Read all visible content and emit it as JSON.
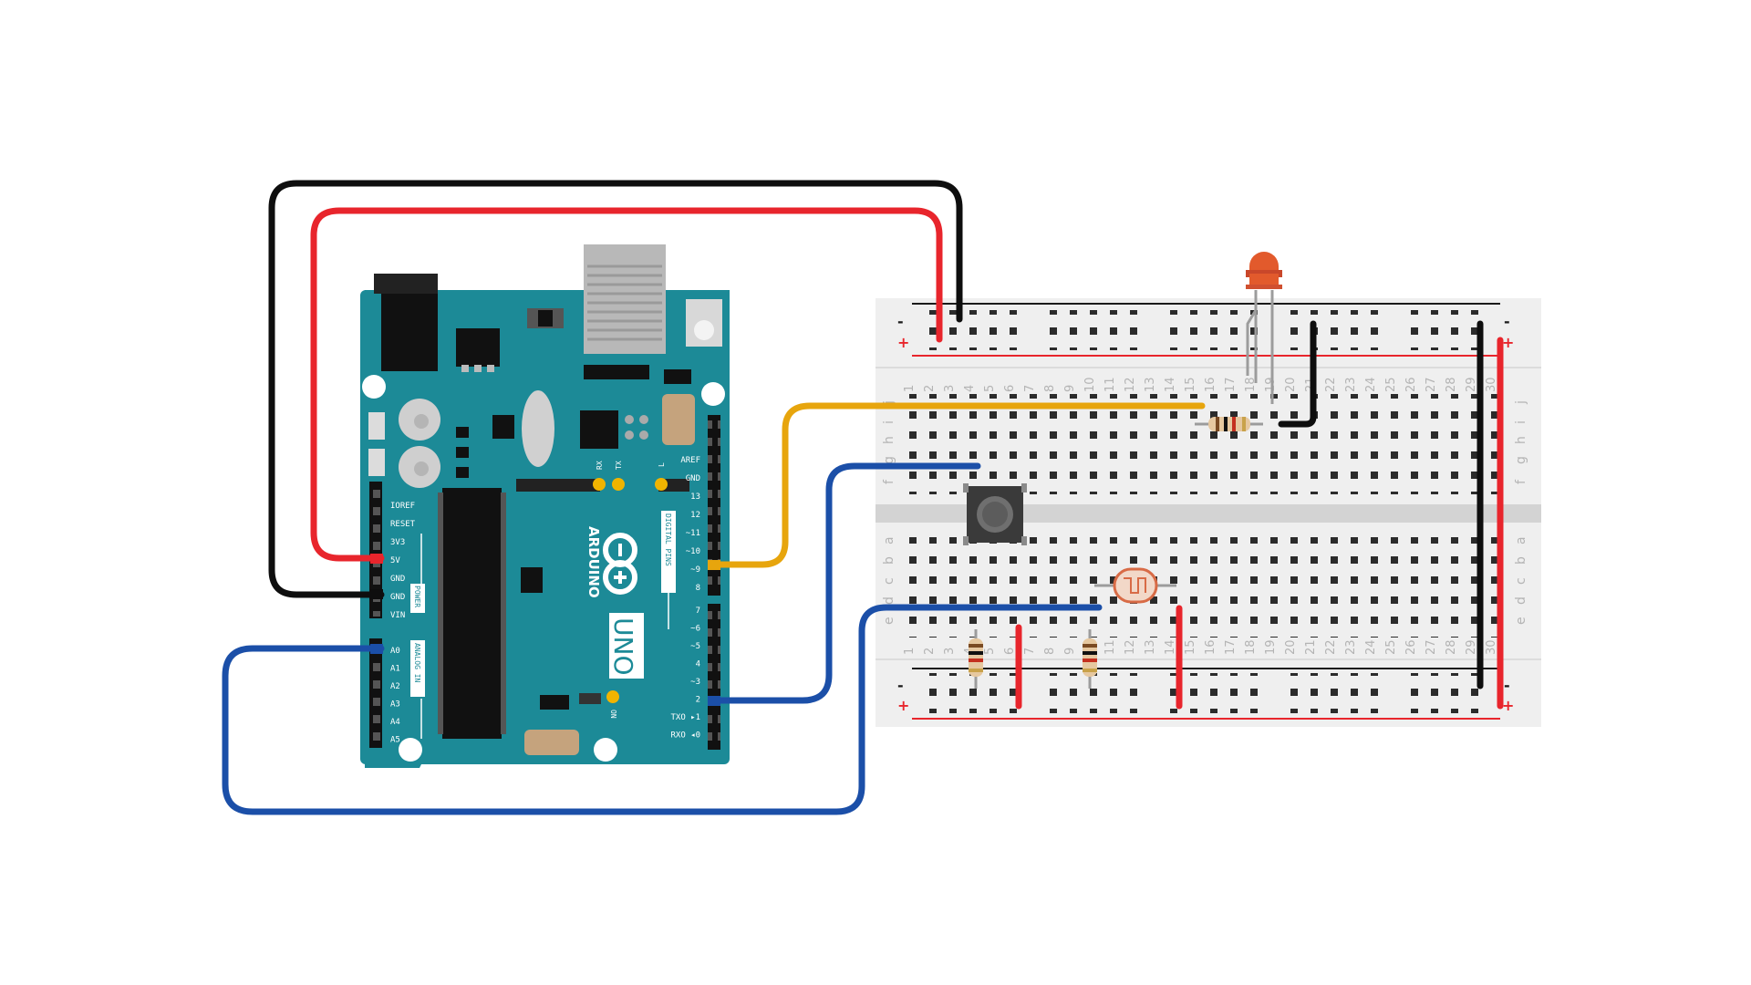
{
  "board": {
    "name": "ARDUINO",
    "model": "UNO",
    "power_header_label": "POWER",
    "analog_header_label": "ANALOG IN",
    "digital_header_label": "DIGITAL PINS",
    "led_labels": [
      "RX",
      "TX",
      "L"
    ],
    "on_label": "ON",
    "power_pins": [
      "IOREF",
      "RESET",
      "3V3",
      "5V",
      "GND",
      "GND",
      "VIN"
    ],
    "analog_pins": [
      "A0",
      "A1",
      "A2",
      "A3",
      "A4",
      "A5"
    ],
    "digital_top_pins": [
      "AREF",
      "GND",
      "13",
      "12",
      "~11",
      "~10",
      "~9",
      "8"
    ],
    "digital_bottom_pins": [
      "7",
      "~6",
      "~5",
      "4",
      "~3",
      "2",
      "TXO ▸1",
      "RXO ◂0"
    ]
  },
  "breadboard": {
    "columns": 30,
    "row_letters_top": [
      "j",
      "i",
      "h",
      "g",
      "f"
    ],
    "row_letters_bottom": [
      "e",
      "d",
      "c",
      "b",
      "a"
    ],
    "plus_sign": "+",
    "minus_sign": "-"
  },
  "colors": {
    "board": "#1c8a97",
    "wire_red": "#e8252c",
    "wire_black": "#0e0e0e",
    "wire_blue": "#1b4fa8",
    "wire_yellow": "#e7a50d",
    "led": "#e25a2c",
    "breadboard": "#efefef"
  }
}
